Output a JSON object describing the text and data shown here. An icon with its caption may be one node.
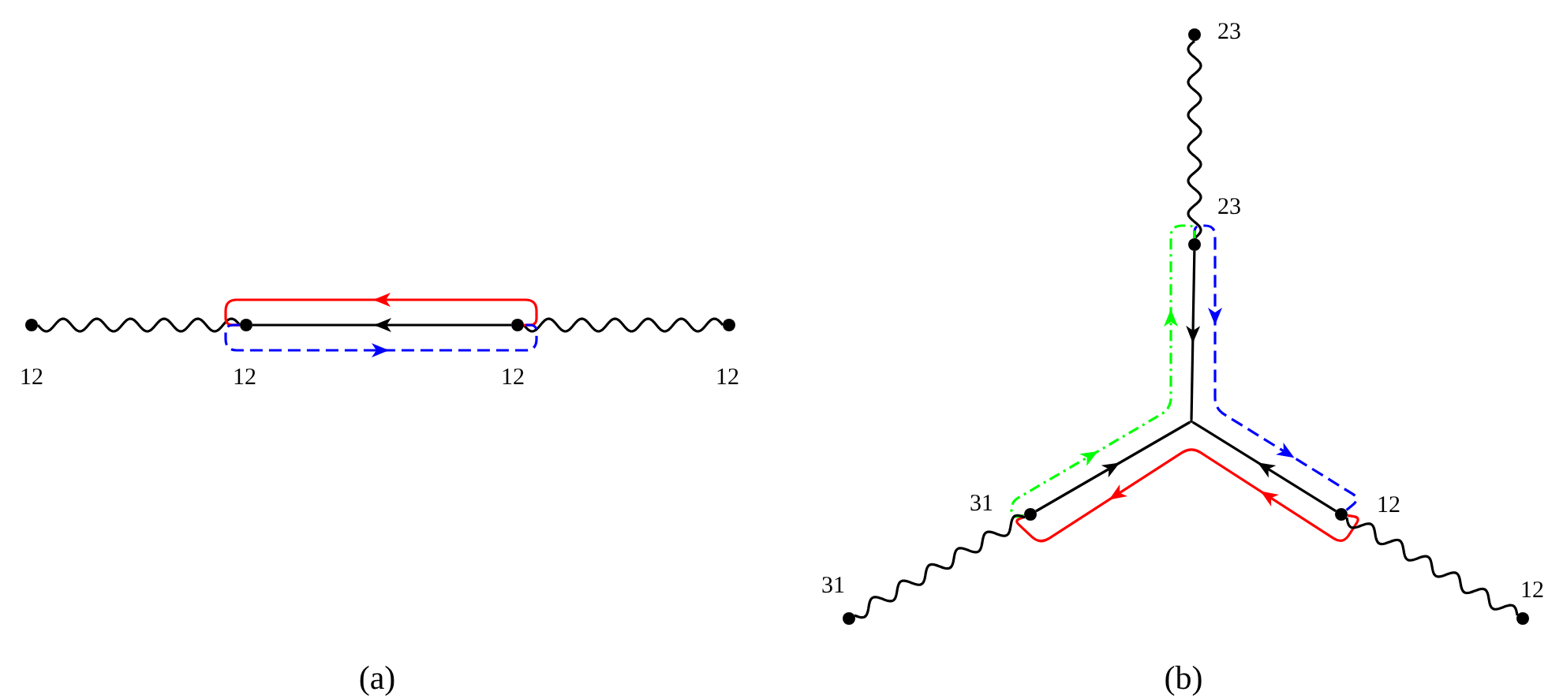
{
  "diagram": {
    "nodes": [
      {
        "text": [],
        "shape": "circle",
        "beside": [
          "12"
        ]
      },
      {
        "text": [],
        "shape": "circle",
        "beside": [
          "12"
        ]
      },
      {
        "text": [],
        "shape": "circle",
        "beside": [
          "12"
        ]
      },
      {
        "text": [],
        "shape": "circle",
        "beside": [
          "12"
        ]
      },
      {
        "text": [],
        "shape": "circle",
        "beside": [
          "23"
        ]
      },
      {
        "text": [],
        "shape": "circle",
        "beside": [
          "23"
        ]
      },
      {
        "text": [],
        "shape": "junction"
      },
      {
        "text": [],
        "shape": "circle",
        "beside": [
          "31"
        ]
      },
      {
        "text": [],
        "shape": "circle",
        "beside": [
          "12"
        ]
      },
      {
        "text": [],
        "shape": "circle",
        "beside": [
          "31"
        ]
      },
      {
        "text": [],
        "shape": "circle",
        "beside": [
          "12"
        ]
      }
    ],
    "edges": [
      {
        "from": 0,
        "to": 1,
        "arrow": "none"
      },
      {
        "from": 2,
        "to": 3,
        "arrow": "none"
      },
      {
        "from": 2,
        "to": 1,
        "arrow": "to"
      },
      {
        "from": 2,
        "to": 1,
        "arrow": "to",
        "color": "#ff0000"
      },
      {
        "from": 1,
        "to": 2,
        "arrow": "to",
        "style": "dashed",
        "color": "#0000ff"
      },
      {
        "from": 4,
        "to": 5,
        "arrow": "none"
      },
      {
        "from": 5,
        "to": 6,
        "arrow": "to"
      },
      {
        "from": 8,
        "to": 6,
        "arrow": "to"
      },
      {
        "from": 7,
        "to": 6,
        "arrow": "to"
      },
      {
        "from": 8,
        "to": 7,
        "arrow": "to",
        "color": "#ff0000"
      },
      {
        "from": 5,
        "to": 8,
        "arrow": "to",
        "style": "dashed",
        "color": "#0000ff"
      },
      {
        "from": 7,
        "to": 5,
        "arrow": "to",
        "style": "dashed",
        "color": "#00ff00"
      },
      {
        "from": 7,
        "to": 9,
        "arrow": "none"
      },
      {
        "from": 8,
        "to": 10,
        "arrow": "none"
      }
    ],
    "labels": [
      "(a)",
      "(b)"
    ]
  }
}
